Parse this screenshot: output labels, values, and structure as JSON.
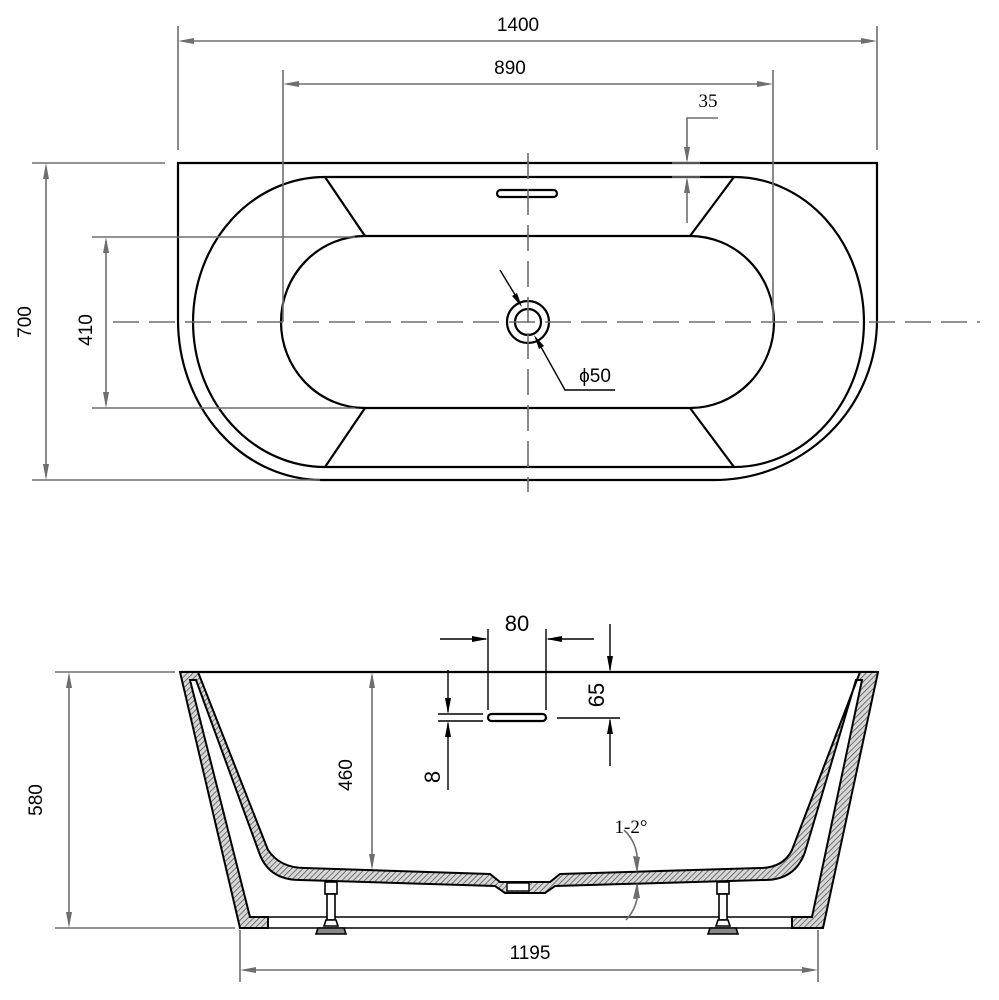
{
  "drawing": {
    "top_view": {
      "overall_length": "1400",
      "inner_length": "890",
      "rim_offset": "35",
      "overall_width": "700",
      "inner_width": "410",
      "drain_diameter": "ϕ50"
    },
    "side_view": {
      "overflow_width": "80",
      "overflow_height_from_rim": "65",
      "overflow_slot_height": "8",
      "inner_depth": "460",
      "overall_height": "580",
      "floor_slope": "1-2°",
      "base_length": "1195"
    }
  }
}
